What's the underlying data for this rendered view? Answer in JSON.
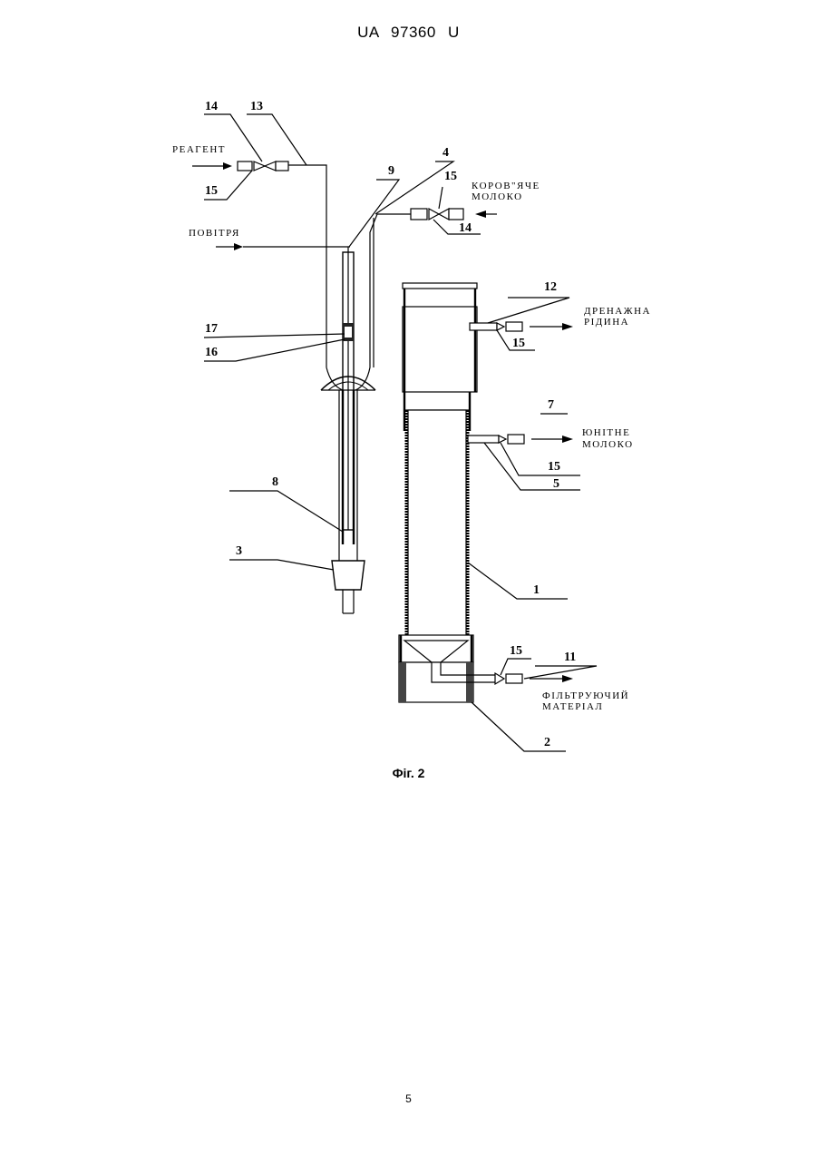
{
  "page": {
    "header": "UA 97360 U",
    "caption": "Фіг. 2",
    "page_number": "5"
  },
  "flows": {
    "reagent": "РЕАГЕНТ",
    "air": "ПОВІТРЯ",
    "cow_milk_1": "КОРОВ\"ЯЧЕ",
    "cow_milk_2": "МОЛОКО",
    "drain_1": "ДРЕНАЖНА",
    "drain_2": "РІДИНА",
    "ionite_1": "ЮНІТНЕ",
    "ionite_2": "МОЛОКО",
    "filter_1": "ФІЛЬТРУЮЧИЙ",
    "filter_2": "МАТЕРІАЛ"
  },
  "labels": {
    "l14a": "14",
    "l13": "13",
    "l15a": "15",
    "l9": "9",
    "l4": "4",
    "l15b": "15",
    "l14b": "14",
    "l12": "12",
    "l15c": "15",
    "l17": "17",
    "l16": "16",
    "l7": "7",
    "l15d": "15",
    "l5": "5",
    "l8": "8",
    "l3": "3",
    "l1": "1",
    "l15e": "15",
    "l11": "11",
    "l2": "2"
  }
}
